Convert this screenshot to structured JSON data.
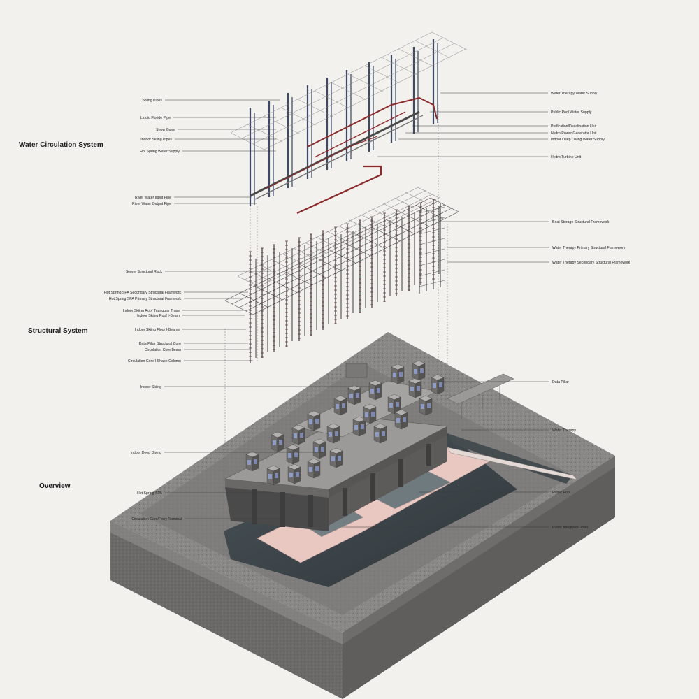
{
  "sections": {
    "water": "Water Circulation System",
    "structural": "Structural System",
    "overview": "Overview"
  },
  "labels": {
    "cooling_pipes": "Cooling Pipes",
    "liquid_floride_pipe": "Liquid Floride Pipe",
    "snow_guns": "Snow Guns",
    "indoor_skiing_pipes": "Indoor Skiing Pipes",
    "hot_spring_water_supply": "Hot Spring Water Supply",
    "river_water_input_pipe": "River Water Input Pipe",
    "river_water_output_pipe": "River Water Output Pipe",
    "water_therapy_water_supply": "Water Therapy Water Supply",
    "public_pool_water_supply": "Public Pool Water Supply",
    "purification_unit": "Purfication/Desalination Unit",
    "hydro_power_unit": "Hydro Power Generator Unit",
    "deep_diving_water_supply": "Indoor Deep Diving Water Supply",
    "hydro_turbine_unit": "Hydro Turbine Unit",
    "server_structural_rack": "Server Structural Rack",
    "spa_secondary_framework": "Hot Spring SPA Secondary Structural Framwork",
    "spa_primary_framework": "Hot Spring SPA Primary Structural Framwork",
    "skiing_roof_truss": "Indoor Skiing Roof Triangular Truss",
    "skiing_roof_ibeam": "Indoor Skiing Roof I-Beam",
    "skiing_floor_ibeams": "Indoor Skiing Floor I-Beams",
    "data_pillar_core": "Data Pillar Structural Core",
    "circulation_core_beam": "Circulation Core Beam",
    "circulation_core_column": "Circulation Core I-Shape Column",
    "boat_storage_framework": "Boat Storage Structural Framework",
    "therapy_primary_framework": "Water Therapy Primary Structural Framework",
    "therapy_secondary_framework": "Water Therapy Secondary Structural Framework",
    "indoor_skiing": "Indoor Skiing",
    "indoor_deep_diving": "Indoor Deep Diving",
    "hot_spring_spa": "Hot Spring SPA",
    "circulation_ferry": "Circulation Core/Ferry Terminal",
    "data_pillar": "Data Pillar",
    "water_therapy": "Water Therapy",
    "public_pool": "Public Pool",
    "public_integrated_pool": "Public Integrated Pool"
  },
  "colors": {
    "background": "#f3f1ee",
    "pipe_red": "#8a2a2a",
    "frame_blue": "#4a5466",
    "ground": "#7d7b79",
    "water": "#3a4348",
    "pool_pink": "#e8c8c0"
  }
}
